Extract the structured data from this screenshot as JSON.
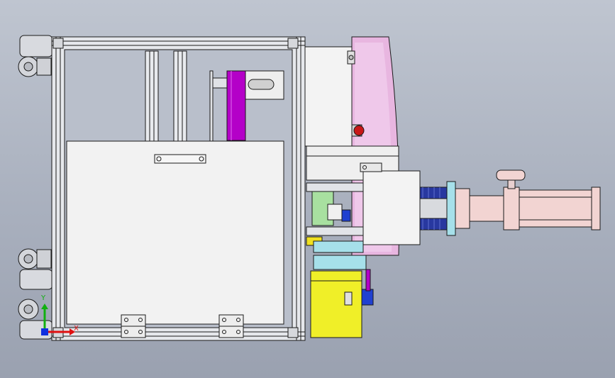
{
  "viewport": {
    "background_top": "#bfc5d0",
    "background_bottom": "#9aa1b0",
    "display_style": "shaded-with-edges"
  },
  "axis_triad": {
    "x_label": "X",
    "y_label": "Y",
    "x_color": "#e01010",
    "y_color": "#10b010",
    "z_color": "#1030e0"
  },
  "colors": {
    "frame": "#e6e8ec",
    "panel": "#f2f2f2",
    "magenta_belt": "#b400c8",
    "pink_drum": "#e8b6e0",
    "yellow_motor": "#f0ef28",
    "cylinder": "#f2d4d2",
    "cyan_parts": "#a6e0ea",
    "blue_spring": "#2838a0",
    "red_knob": "#c81818",
    "green_block": "#a8e0a0"
  }
}
